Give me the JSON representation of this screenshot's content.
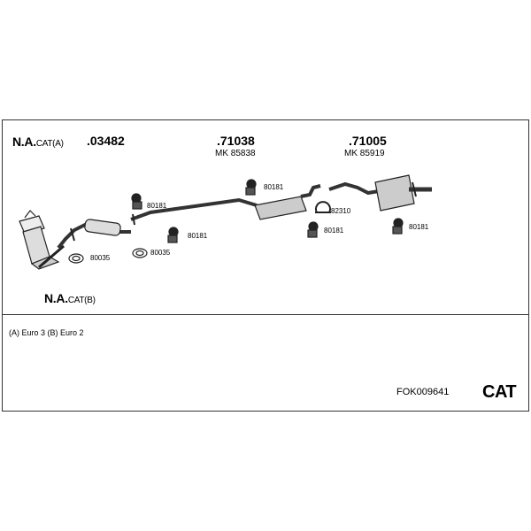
{
  "header": {
    "catalyst_a_prefix": "N.A.",
    "catalyst_a_suffix": "CAT(A)",
    "catalyst_b_prefix": "N.A.",
    "catalyst_b_suffix": "CAT(B)"
  },
  "parts": {
    "front_pipe_number": ".03482",
    "middle_silencer_number": ".71038",
    "middle_silencer_mk": "MK  85838",
    "rear_silencer_number": ".71005",
    "rear_silencer_mk": "MK  85919",
    "mount_1": "80181",
    "mount_2": "80181",
    "mount_3": "80181",
    "mount_4": "80181",
    "mount_5": "80181",
    "gasket_1": "80035",
    "gasket_2": "80035",
    "clamp": "82310"
  },
  "footer": {
    "note": "(A) Euro 3 (B) Euro 2",
    "kit_code": "FOK009641",
    "category": "CAT"
  }
}
